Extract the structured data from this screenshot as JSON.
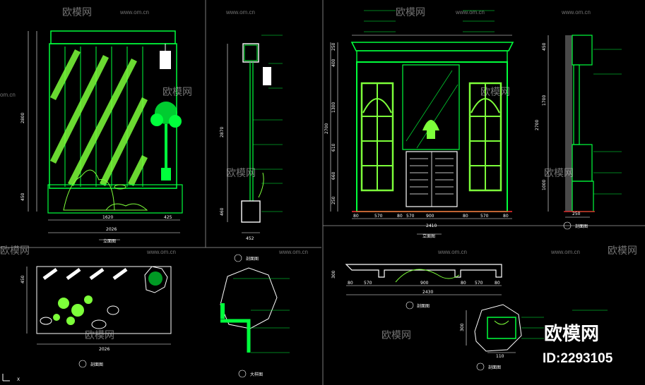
{
  "watermark": {
    "cn": "欧模网",
    "url": "www.om.cn",
    "url_short": "om.cn"
  },
  "brand": {
    "name": "欧模网",
    "id": "ID:2293105"
  },
  "drawings": {
    "elev_left_dims": {
      "bottom_total": "2026",
      "bottom_a": "1620",
      "bottom_b": "425",
      "left_a": "2800",
      "left_b": "450"
    },
    "elev_left_title": "立面图",
    "section_mid": {
      "title": "剖面图",
      "dim_w": "452",
      "dim_h": "2870",
      "dim_top": "460"
    },
    "plan_left": {
      "title": "剖面图",
      "dim_total": "2026",
      "dim_h": "450"
    },
    "detail_mid": {
      "title": "大样图"
    },
    "elev_center": {
      "title": "立面图",
      "dims_bottom": [
        "80",
        "570",
        "80",
        "570",
        "900",
        "80",
        "570",
        "80"
      ],
      "dims_top_total": "2410",
      "dims_left": [
        "250",
        "400",
        "1300",
        "2700",
        "610",
        "660",
        "250"
      ]
    },
    "plan_center": {
      "title": "剖面图",
      "dims": [
        "80",
        "570",
        "900",
        "80",
        "570",
        "80"
      ],
      "total": "2430",
      "h": "300"
    },
    "section_right": {
      "title": "剖面图",
      "dims_left": [
        "450",
        "1700",
        "2700",
        "1000"
      ],
      "dim_bottom": "250"
    },
    "detail_right": {
      "title": "剖面图",
      "dims": [
        "300",
        "110"
      ]
    }
  },
  "cursor_label": "X",
  "colors": {
    "line": "#00ff3c",
    "bright": "#7dff3a",
    "white": "#ffffff",
    "cyan": "#00d8ff",
    "red": "#ff3030",
    "grey": "#7a7a7a"
  }
}
